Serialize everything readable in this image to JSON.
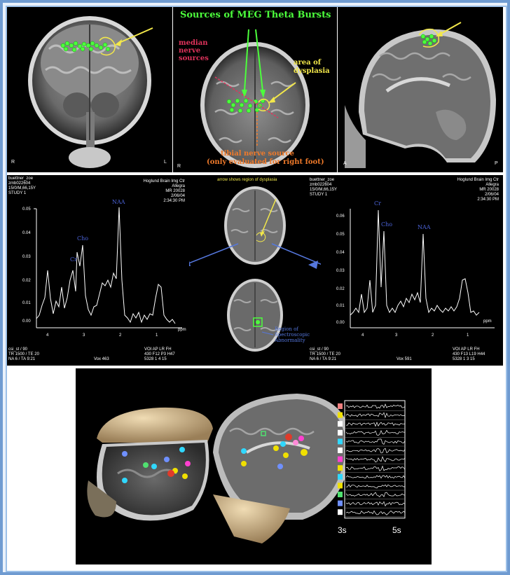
{
  "top_row": {
    "coronal": {
      "corner_left": "R",
      "corner_right": "L"
    },
    "axial": {
      "corner_left": "R",
      "title": "Sources of MEG Theta Bursts",
      "median_label": "median nerve sources",
      "dysplasia_label": "area of dysplasia",
      "tibial_label_line1": "tibial nerve source",
      "tibial_label_line2": "(only evaluated for right foot)"
    },
    "sagittal": {
      "corner_left": "A",
      "corner_right": "P"
    }
  },
  "middle_row": {
    "center_caption": "arrow shows region of dysplasia",
    "region_label": "Region of Spectroscopic Abnormality",
    "left_spectrum": {
      "header_left": [
        "buettner_zoe",
        "zmb022604",
        "15/0/M,66,15Y",
        "STUDY 1"
      ],
      "header_right": [
        "Hoglund Brain Img Ctr",
        "Allegra",
        "MR 20028",
        "2/06/04",
        "2:34:30 PM"
      ],
      "footer_left": [
        "csi_st / 90",
        "TR 1500 / TE 20",
        "NA 6 / TA 9:21"
      ],
      "footer_mid": "Vox 463",
      "footer_right": [
        "VOI  AP  LR  FH",
        "430  F12  P3  H47",
        "5328   1    4   15"
      ],
      "peaks": {
        "naa": "NAA",
        "cho": "Cho",
        "cr": "Cr"
      },
      "y_ticks": [
        "0.05",
        "0.04",
        "0.03",
        "0.02",
        "0.01",
        "0.00"
      ],
      "x_ticks": [
        "4",
        "3",
        "2",
        "1"
      ],
      "x_unit": "ppm"
    },
    "right_spectrum": {
      "header_left": [
        "buettner_zoe",
        "zmb022604",
        "15/0/M,66,15Y",
        "STUDY 1"
      ],
      "header_right": [
        "Hoglund Brain Img Ctr",
        "Allegra",
        "MR 20028",
        "2/06/04",
        "2:34:30 PM"
      ],
      "footer_left": [
        "csi_st / 90",
        "TR 1500 / TE 20",
        "NA 6 / TA 9:21"
      ],
      "footer_mid": "Vox 591",
      "footer_right": [
        "VOI  AP  LR  FH",
        "430  F13  L19  H44",
        "5328   1    3   15"
      ],
      "peaks": {
        "cr": "Cr",
        "cho": "Cho",
        "naa": "NAA"
      },
      "y_ticks": [
        "0.06",
        "0.05",
        "0.04",
        "0.03",
        "0.02",
        "0.01",
        "0.00"
      ],
      "x_ticks": [
        "4",
        "3",
        "2",
        "1"
      ],
      "x_unit": "ppm"
    }
  },
  "bottom_row": {
    "time_start": "3s",
    "time_end": "5s",
    "trace_colors": [
      "#f08080",
      "#f0e000",
      "#ffffff",
      "#ffffff",
      "#30d8ff",
      "#ffffff",
      "#ff40d0",
      "#f0e000",
      "#30d8ff",
      "#f0e000",
      "#50e070",
      "#6f90ff",
      "#ffffff"
    ]
  },
  "colors": {
    "frame_border": "#6f9bd1",
    "dipole_green": "#4cff3c",
    "label_red": "#e0335c",
    "label_yellow": "#f3e84a",
    "label_orange": "#f07a2a",
    "arrow_blue": "#5577dd"
  }
}
